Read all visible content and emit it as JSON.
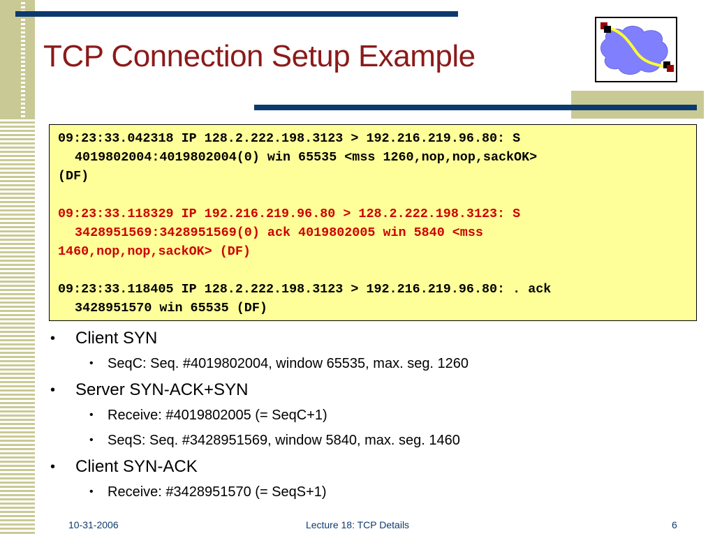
{
  "slide": {
    "title": "TCP Connection Setup Example",
    "trace": [
      {
        "line1": "09:23:33.042318 IP 128.2.222.198.3123 > 192.216.219.96.80: S",
        "line2": "4019802004:4019802004(0) win 65535 <mss 1260,nop,nop,sackOK>",
        "line3": "(DF)",
        "color": "#000000"
      },
      {
        "line1": "09:23:33.118329 IP 192.216.219.96.80 > 128.2.222.198.3123: S",
        "line2": "3428951569:3428951569(0) ack 4019802005 win 5840 <mss",
        "line3": "1460,nop,nop,sackOK> (DF)",
        "color": "#cc0000"
      },
      {
        "line1": "09:23:33.118405 IP 128.2.222.198.3123 > 192.216.219.96.80: . ack",
        "line2": "3428951570 win 65535 (DF)",
        "color": "#000000"
      }
    ],
    "bullets": [
      {
        "text": "Client SYN",
        "sub": [
          "SeqC: Seq. #4019802004, window 65535, max. seg. 1260"
        ]
      },
      {
        "text": "Server SYN-ACK+SYN",
        "sub": [
          "Receive: #4019802005 (= SeqC+1)",
          "SeqS: Seq. #3428951569, window 5840, max. seg. 1460"
        ]
      },
      {
        "text": "Client SYN-ACK",
        "sub": [
          "Receive: #3428951570 (= SeqS+1)"
        ]
      }
    ]
  },
  "footer": {
    "date": "10-31-2006",
    "course": "Lecture 18: TCP Details",
    "page": "6"
  },
  "colors": {
    "title": "#8b1a1a",
    "accent_bar": "#0d3a6e",
    "stripe": "#c9c995",
    "trace_bg": "#ffff99",
    "trace_highlight": "#cc0000"
  },
  "icons": {
    "logo": "network-cloud-logo-icon"
  }
}
